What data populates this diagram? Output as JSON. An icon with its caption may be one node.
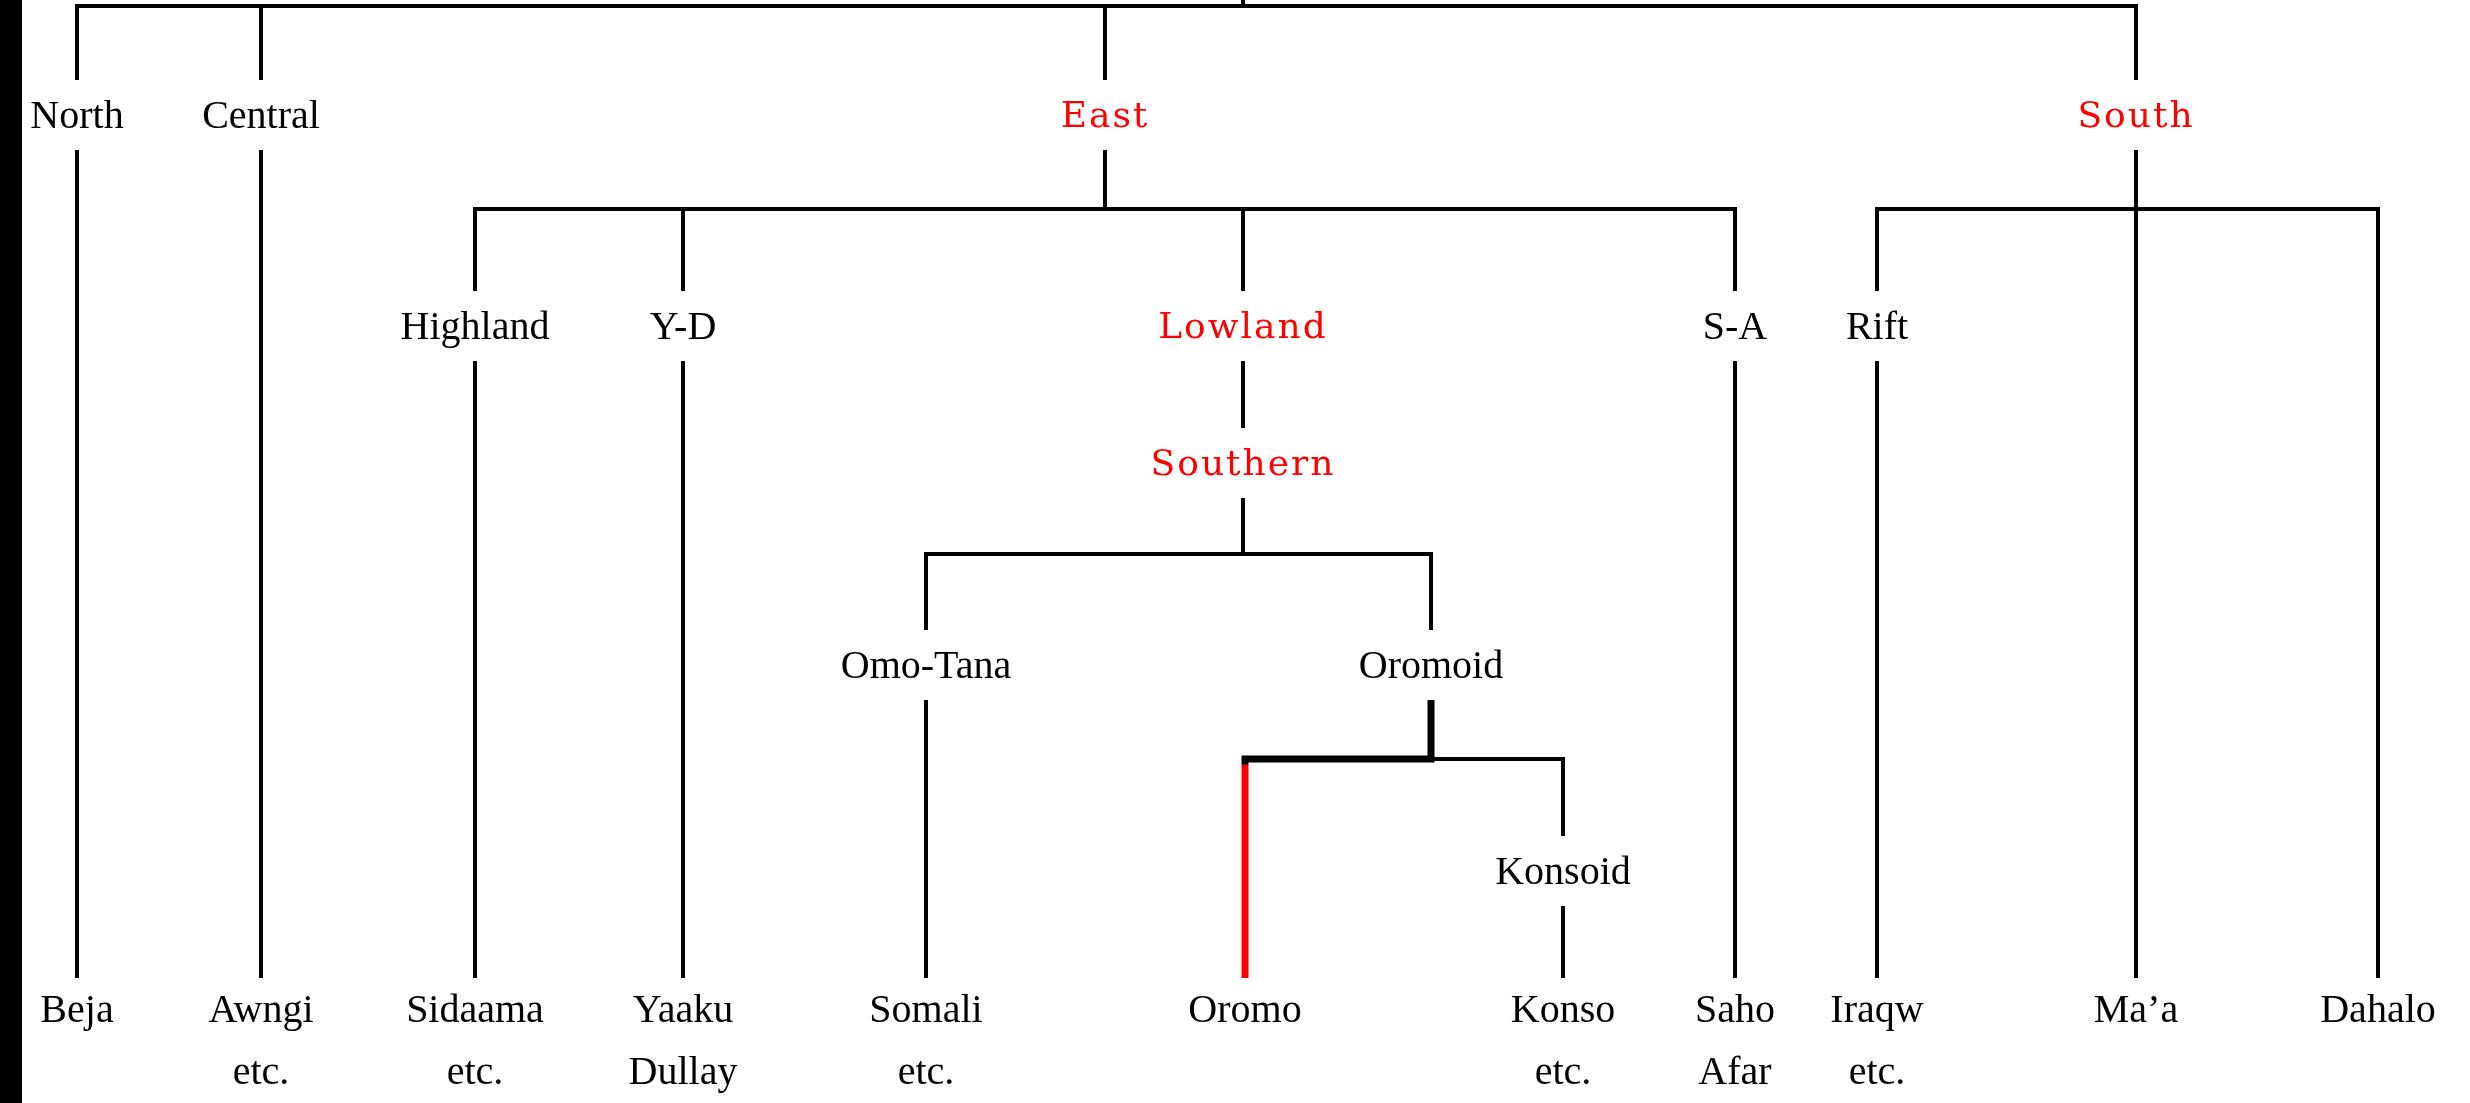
{
  "diagram": {
    "nodes": [
      {
        "text": [
          "North"
        ]
      },
      {
        "text": [
          "Central"
        ]
      },
      {
        "text": [
          "East"
        ]
      },
      {
        "text": [
          "South"
        ]
      },
      {
        "text": [
          "Highland"
        ]
      },
      {
        "text": [
          "Y-D"
        ]
      },
      {
        "text": [
          "Lowland"
        ]
      },
      {
        "text": [
          "S-A"
        ]
      },
      {
        "text": [
          "Rift"
        ]
      },
      {
        "text": [
          "Southern"
        ]
      },
      {
        "text": [
          "Omo-Tana"
        ]
      },
      {
        "text": [
          "Oromoid"
        ]
      },
      {
        "text": [
          "Konsoid"
        ]
      },
      {
        "text": [
          "Beja"
        ]
      },
      {
        "text": [
          "Awngi etc."
        ]
      },
      {
        "text": [
          "Sidaama etc."
        ]
      },
      {
        "text": [
          "Yaaku Dullay"
        ]
      },
      {
        "text": [
          "Somali etc."
        ]
      },
      {
        "text": [
          "Oromo"
        ]
      },
      {
        "text": [
          "Konso etc."
        ]
      },
      {
        "text": [
          "Saho Afar"
        ]
      },
      {
        "text": [
          "Iraqw etc."
        ]
      },
      {
        "text": [
          "Ma’a"
        ]
      },
      {
        "text": [
          "Dahalo"
        ]
      }
    ],
    "edges": [
      {
        "from": null,
        "to": 0,
        "arrow": "none"
      },
      {
        "from": null,
        "to": 1,
        "arrow": "none"
      },
      {
        "from": null,
        "to": 2,
        "arrow": "none"
      },
      {
        "from": null,
        "to": 3,
        "arrow": "none"
      },
      {
        "from": 2,
        "to": 4,
        "arrow": "none"
      },
      {
        "from": 2,
        "to": 5,
        "arrow": "none"
      },
      {
        "from": 2,
        "to": 6,
        "arrow": "none"
      },
      {
        "from": 2,
        "to": 7,
        "arrow": "none"
      },
      {
        "from": 3,
        "to": 8,
        "arrow": "none"
      },
      {
        "from": 3,
        "to": 22,
        "arrow": "none"
      },
      {
        "from": 3,
        "to": 23,
        "arrow": "none"
      },
      {
        "from": 6,
        "to": 9,
        "arrow": "none"
      },
      {
        "from": 9,
        "to": 10,
        "arrow": "none"
      },
      {
        "from": 9,
        "to": 11,
        "arrow": "none"
      },
      {
        "from": 11,
        "to": 18,
        "arrow": "none",
        "style": "thick",
        "color": "#ff0000"
      },
      {
        "from": 11,
        "to": 12,
        "arrow": "none"
      },
      {
        "from": 0,
        "to": 13,
        "arrow": "none"
      },
      {
        "from": 1,
        "to": 14,
        "arrow": "none"
      },
      {
        "from": 4,
        "to": 15,
        "arrow": "none"
      },
      {
        "from": 5,
        "to": 16,
        "arrow": "none"
      },
      {
        "from": 10,
        "to": 17,
        "arrow": "none"
      },
      {
        "from": 12,
        "to": 19,
        "arrow": "none"
      },
      {
        "from": 7,
        "to": 20,
        "arrow": "none"
      },
      {
        "from": 8,
        "to": 21,
        "arrow": "none"
      }
    ]
  }
}
